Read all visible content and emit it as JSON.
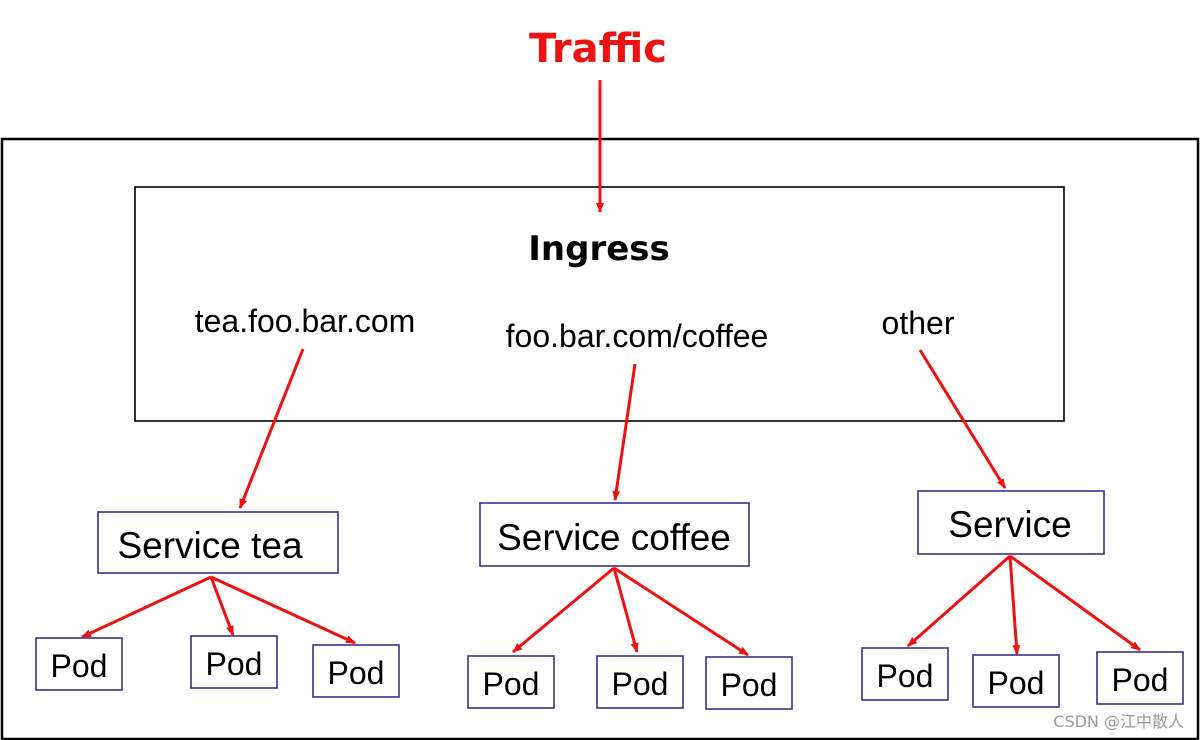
{
  "title": "Traffic",
  "ingress": {
    "label": "Ingress",
    "routes": [
      "tea.foo.bar.com",
      "foo.bar.com/coffee",
      "other"
    ]
  },
  "services": [
    {
      "label": "Service tea",
      "pods": [
        "Pod",
        "Pod",
        "Pod"
      ]
    },
    {
      "label": "Service coffee",
      "pods": [
        "Pod",
        "Pod",
        "Pod"
      ]
    },
    {
      "label": "Service",
      "pods": [
        "Pod",
        "Pod",
        "Pod"
      ]
    }
  ],
  "watermark": "CSDN @江中散人",
  "colors": {
    "arrow": "#ee1111",
    "title": "#ee1111",
    "box_border": "#000000",
    "service_border": "#3c2f8c",
    "pod_border": "#3c2f8c",
    "watermark": "#999999"
  }
}
